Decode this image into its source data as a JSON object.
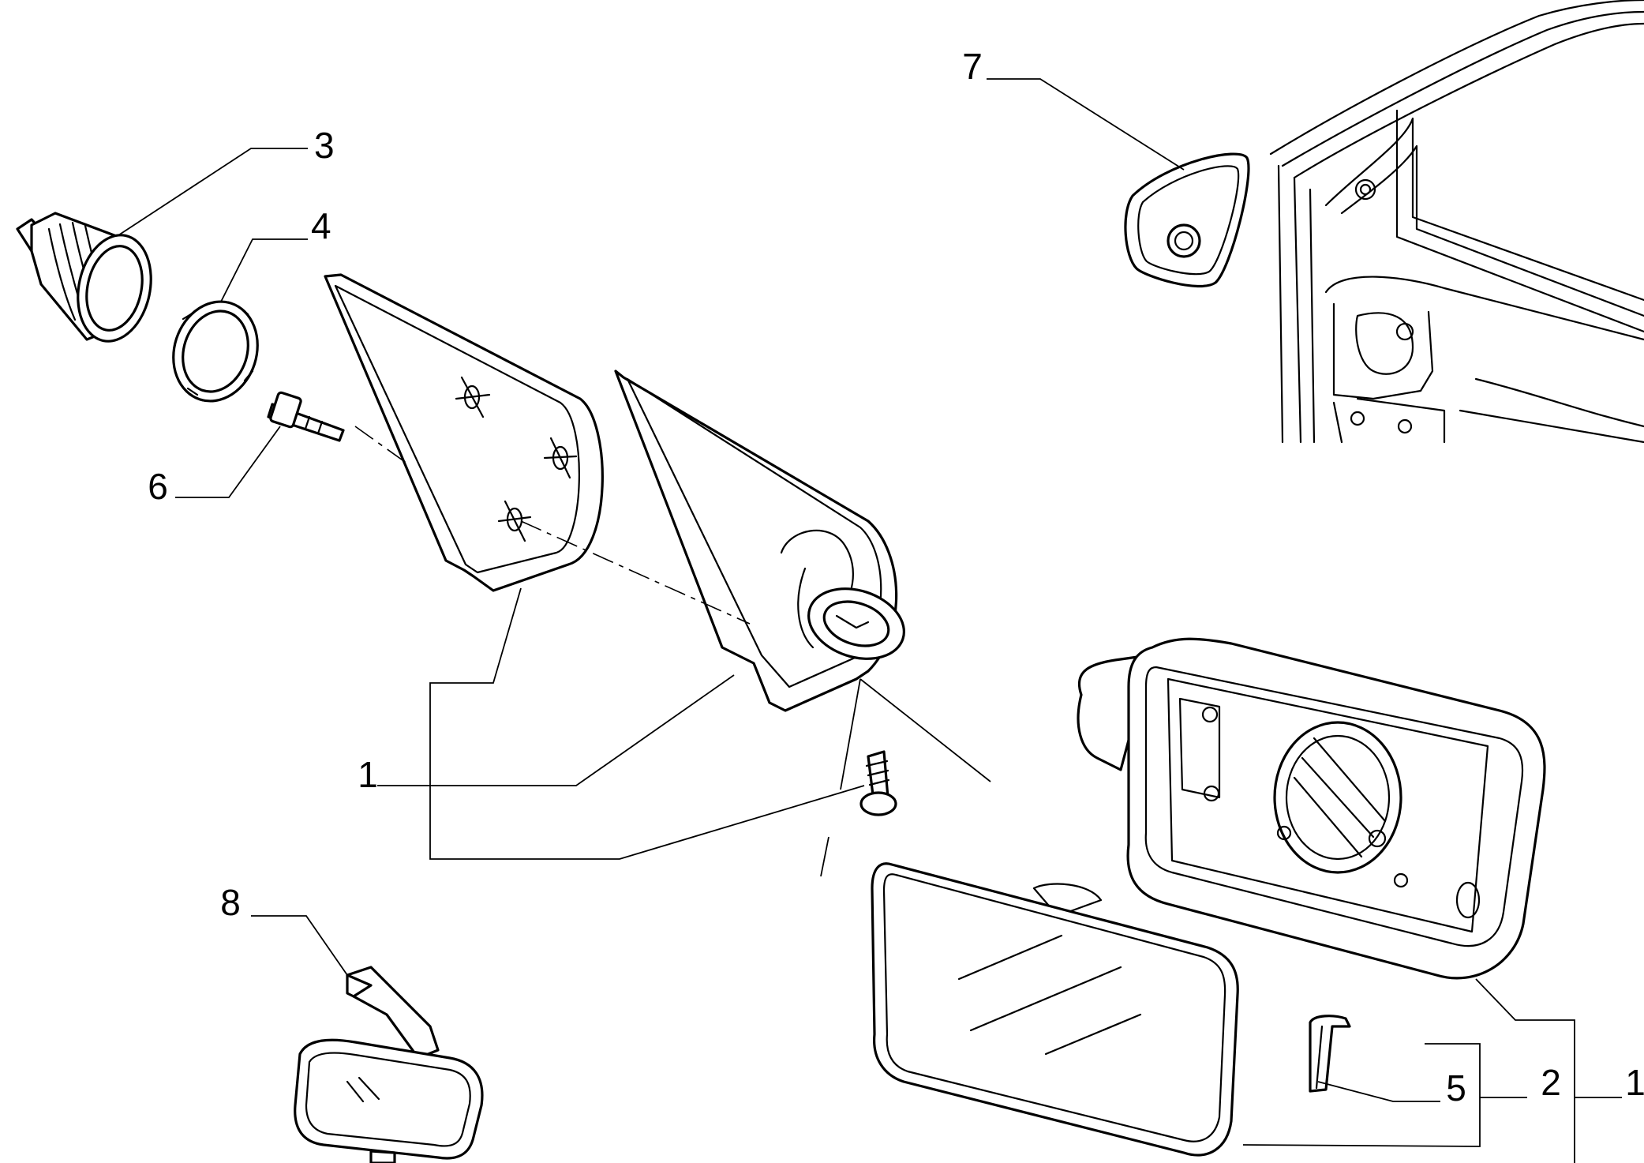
{
  "callouts": {
    "c1_left": "1",
    "c1_right": "1",
    "c2": "2",
    "c3": "3",
    "c4": "4",
    "c5": "5",
    "c6": "6",
    "c7": "7",
    "c8": "8"
  }
}
